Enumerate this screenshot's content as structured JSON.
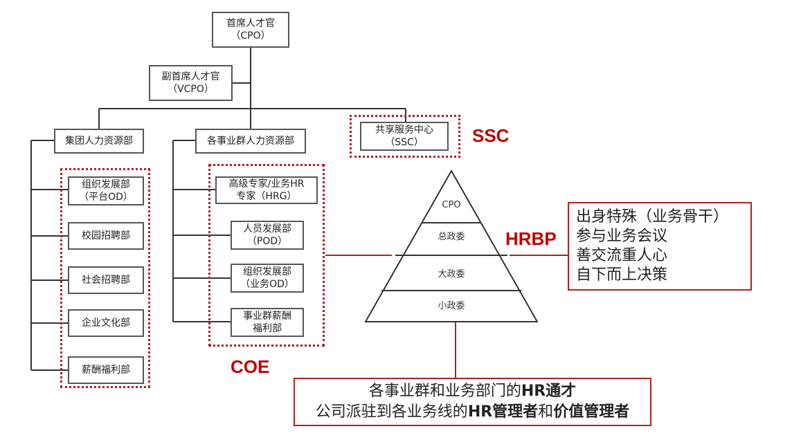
{
  "cpo": {
    "line1": "首席人才官",
    "line2": "（CPO）"
  },
  "vcpo": {
    "line1": "副首席人才官",
    "line2": "（VCPO）"
  },
  "group_hr": {
    "label": "集团人力资源部"
  },
  "bg_hr": {
    "label": "各事业群人力资源部"
  },
  "ssc_box": {
    "line1": "共享服务中心",
    "line2": "（SSC）"
  },
  "group_departments": [
    {
      "line1": "组织发展部",
      "line2": "（平台OD）"
    },
    {
      "line1": "校园招聘部",
      "line2": ""
    },
    {
      "line1": "社会招聘部",
      "line2": ""
    },
    {
      "line1": "企业文化部",
      "line2": ""
    },
    {
      "line1": "薪酬福利部",
      "line2": ""
    }
  ],
  "bg_departments": [
    {
      "line1": "高级专家/业务HR",
      "line2": "专家（HRG）"
    },
    {
      "line1": "人员发展部",
      "line2": "（POD）"
    },
    {
      "line1": "组织发展部",
      "line2": "（业务OD）"
    },
    {
      "line1": "事业群薪酬",
      "line2": "福利部"
    }
  ],
  "labels": {
    "ssc": "SSC",
    "coe": "COE",
    "hrbp": "HRBP"
  },
  "pyramid": {
    "levels": [
      "CPO",
      "总政委",
      "大政委",
      "小政委"
    ]
  },
  "hrbp_traits": [
    "出身特殊（业务骨干）",
    "参与业务会议",
    "善交流重人心",
    "自下而上决策"
  ],
  "bottom_note": {
    "line1_pre": "各事业群和业务部门的",
    "line1_bold": "HR通才",
    "line2_pre": "公司派驻到各业务线的",
    "line2_bold1": "HR管理者",
    "line2_mid": "和",
    "line2_bold2": "价值管理者"
  },
  "colors": {
    "accent_red": "#c00000",
    "border_gray": "#555555"
  }
}
